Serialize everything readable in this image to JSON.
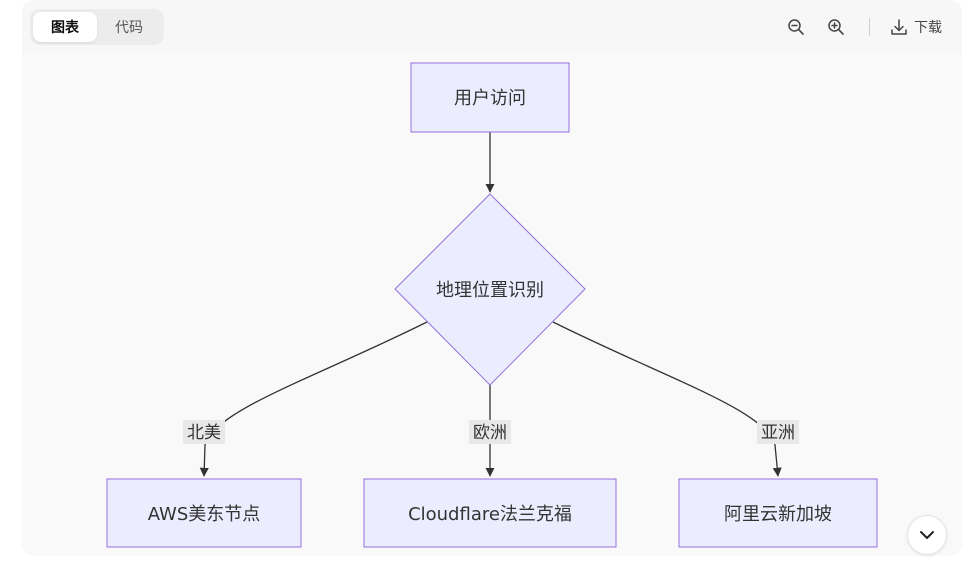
{
  "toolbar": {
    "tabs": [
      {
        "label": "图表",
        "active": true
      },
      {
        "label": "代码",
        "active": false
      }
    ],
    "download_label": "下载",
    "icons": [
      "zoom-out-icon",
      "zoom-in-icon",
      "download-icon"
    ]
  },
  "diagram": {
    "nodes": {
      "start": "用户访问",
      "decision": "地理位置识别",
      "left": "AWS美东节点",
      "middle": "Cloudflare法兰克福",
      "right": "阿里云新加坡"
    },
    "edges": {
      "left": "北美",
      "middle": "欧洲",
      "right": "亚洲"
    }
  },
  "colors": {
    "node_fill": "#ececff",
    "node_stroke": "#9370db",
    "edge": "#333333",
    "edge_label_bg": "#e8e8e8"
  }
}
